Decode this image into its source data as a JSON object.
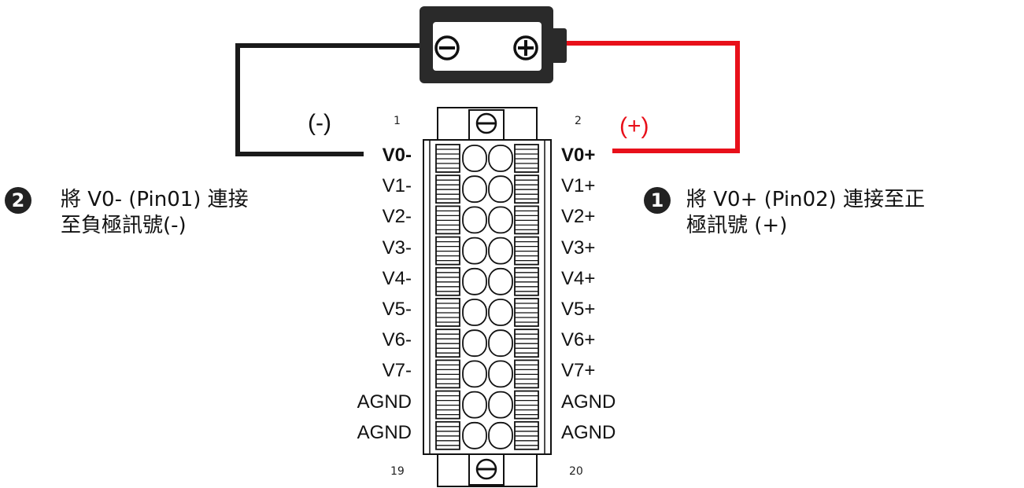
{
  "battery": {
    "neg_symbol": "⊖",
    "pos_symbol": "⊕"
  },
  "polarity": {
    "minus": "(-)",
    "plus": "(+)"
  },
  "pin_numbers": {
    "top_left": "1",
    "top_right": "2",
    "bottom_left": "19",
    "bottom_right": "20"
  },
  "left_pins": [
    "V0-",
    "V1-",
    "V2-",
    "V3-",
    "V4-",
    "V5-",
    "V6-",
    "V7-",
    "AGND",
    "AGND"
  ],
  "right_pins": [
    "V0+",
    "V1+",
    "V2+",
    "V3+",
    "V4+",
    "V5+",
    "V6+",
    "V7+",
    "AGND",
    "AGND"
  ],
  "note_left": {
    "badge": "2",
    "line1": "將 V0- (Pin01) 連接",
    "line2": "至負極訊號(-)"
  },
  "note_right": {
    "badge": "1",
    "line1": "將 V0+ (Pin02) 連接至正",
    "line2": "極訊號 (+)"
  },
  "colors": {
    "wire_neg": "#1a1a1a",
    "wire_pos": "#e8101a",
    "battery": "#2a2a2a"
  }
}
